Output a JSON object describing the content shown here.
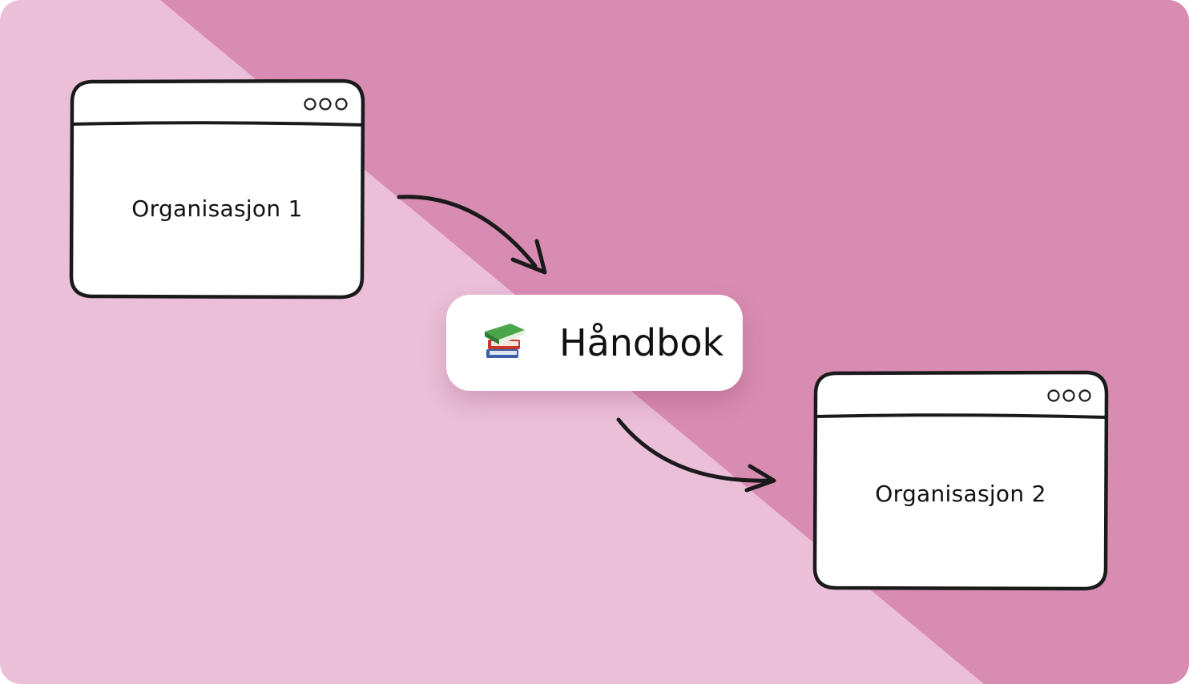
{
  "diagram": {
    "organization_1": {
      "label": "Organisasjon 1"
    },
    "organization_2": {
      "label": "Organisasjon 2"
    },
    "handbook": {
      "label": "Håndbok",
      "icon": "books-icon"
    }
  },
  "colors": {
    "background_light": "#ebbfd8",
    "background_dark": "#d98cb2",
    "stroke": "#1a1a1a",
    "card": "#ffffff"
  }
}
